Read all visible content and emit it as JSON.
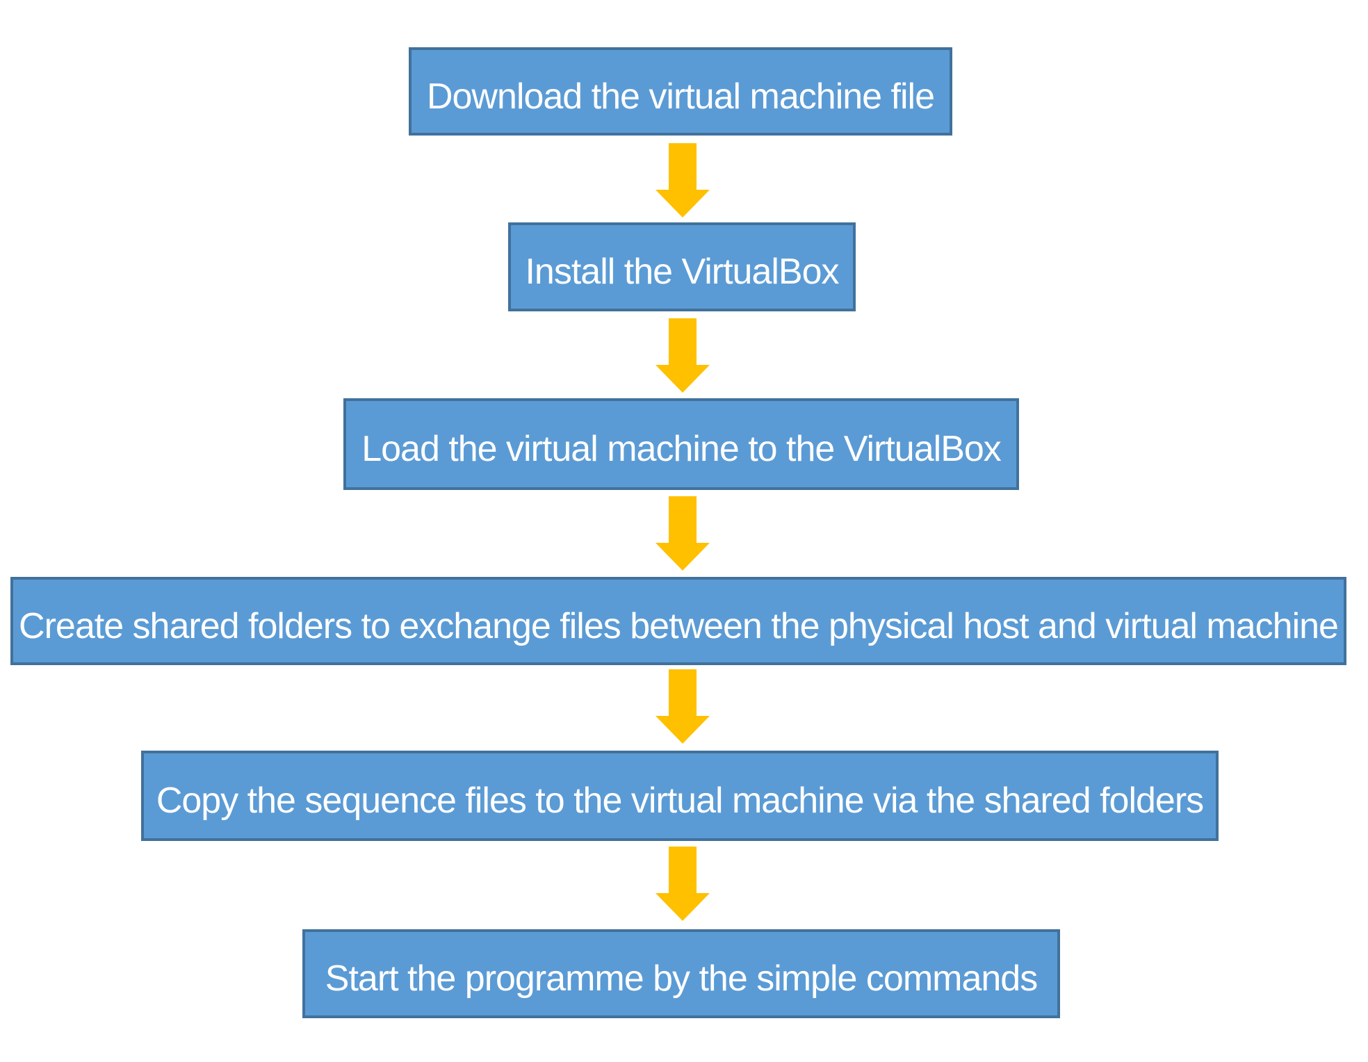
{
  "diagram": {
    "type": "flowchart",
    "orientation": "vertical",
    "colors": {
      "box_fill": "#5B9BD5",
      "box_border": "#41719C",
      "arrow": "#FFC000",
      "text": "#FFFFFF",
      "background": "#FFFFFF"
    },
    "steps": [
      {
        "label": "Download the virtual machine file"
      },
      {
        "label": "Install the VirtualBox"
      },
      {
        "label": "Load the virtual machine to the VirtualBox"
      },
      {
        "label": "Create shared folders to exchange files between the physical host and virtual machine"
      },
      {
        "label": "Copy the sequence files to the virtual machine via the shared folders"
      },
      {
        "label": "Start the programme by the simple commands"
      }
    ],
    "connector": "down-arrow"
  }
}
